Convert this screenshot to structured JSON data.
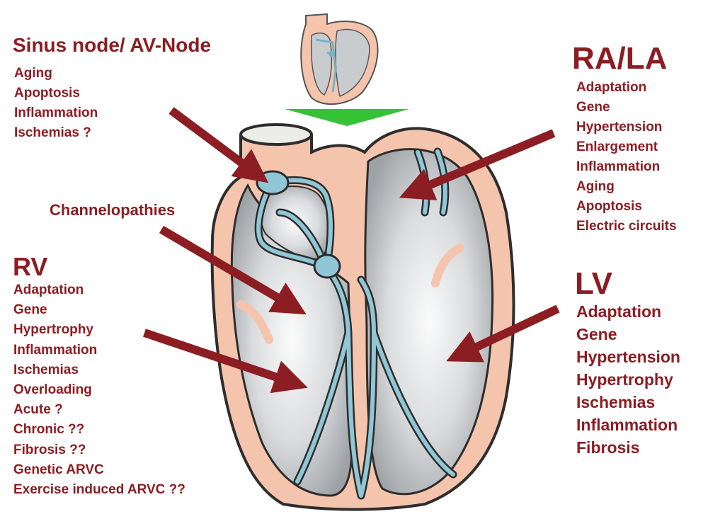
{
  "sinus": {
    "title": "Sinus node/ AV-Node",
    "items": [
      "Aging",
      "Apoptosis",
      "Inflammation",
      "Ischemias ?"
    ]
  },
  "rala": {
    "title": "RA/LA",
    "items": [
      "Adaptation",
      "Gene",
      "Hypertension",
      "Enlargement",
      "Inflammation",
      "Aging",
      "Apoptosis",
      "Electric circuits"
    ]
  },
  "channelopathies": {
    "title": "Channelopathies"
  },
  "rv": {
    "title": "RV",
    "items": [
      "Adaptation",
      "Gene",
      "Hypertrophy",
      "Inflammation",
      "Ischemias",
      "Overloading",
      "Acute ?",
      "Chronic ??",
      "Fibrosis ??",
      "Genetic ARVC",
      "Exercise induced ARVC ??"
    ]
  },
  "lv": {
    "title": "LV",
    "items": [
      "Adaptation",
      "Gene",
      "Hypertension",
      "Hypertrophy",
      "Ischemias",
      "Inflammation",
      "Fibrosis"
    ]
  },
  "colors": {
    "label": "#8c1d22",
    "arrow": "#8c1d22",
    "wall": "#f5c4ad",
    "chamber": "#b9bcbf",
    "conduction": "#8fc7d6",
    "pointer": "#35c235"
  }
}
